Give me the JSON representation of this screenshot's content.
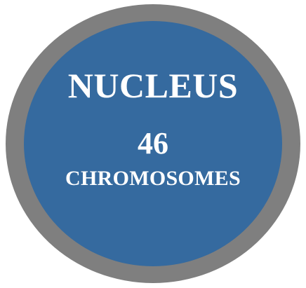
{
  "diagram": {
    "title": "NUCLEUS",
    "count": "46",
    "unit": "CHROMOSOMES",
    "colors": {
      "ring": "#7f7f7f",
      "fill": "#356a9f",
      "text": "#ffffff"
    }
  }
}
